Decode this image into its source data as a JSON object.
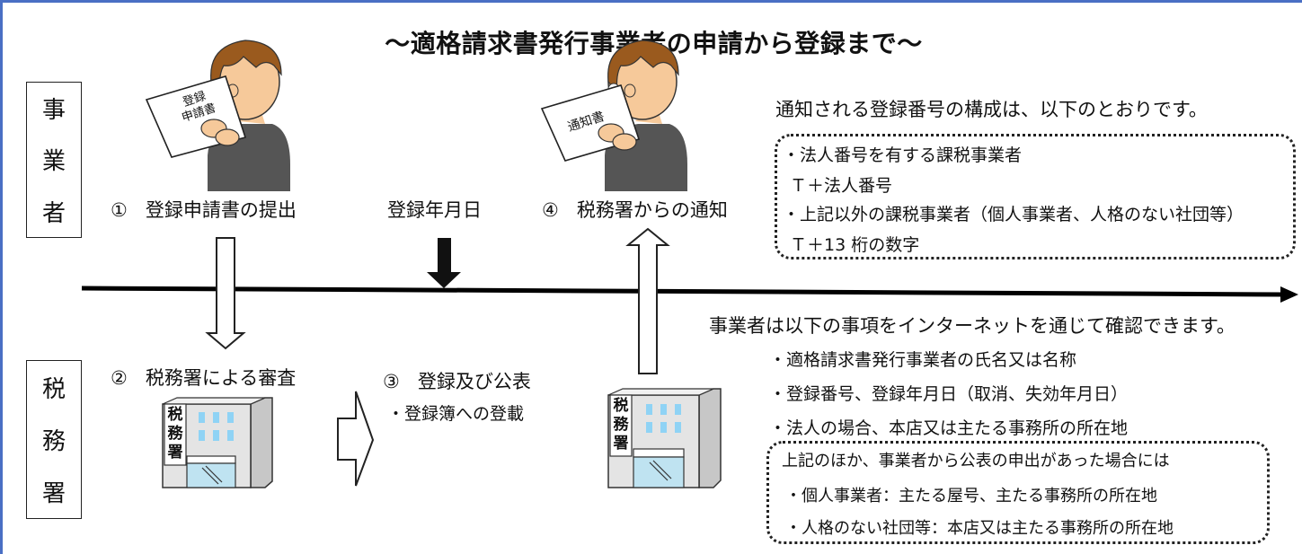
{
  "title": "～適格請求書発行事業者の申請から登録まで～",
  "business_box": {
    "chars": [
      "事",
      "業",
      "者"
    ]
  },
  "tax_office_box": {
    "chars": [
      "税",
      "務",
      "署"
    ]
  },
  "person_left": {
    "paper_lines": [
      "登録",
      "申請書"
    ]
  },
  "person_right": {
    "paper_lines": [
      "通知書"
    ]
  },
  "building_sign": [
    "税",
    "務",
    "署"
  ],
  "steps": {
    "step1": {
      "number": "①",
      "label": "登録申請書の提出"
    },
    "step2": {
      "number": "②",
      "label": "税務署による審査"
    },
    "step3": {
      "number": "③",
      "label": "登録及び公表",
      "sub": "・登録簿への登載"
    },
    "step4": {
      "number": "④",
      "label": "税務署からの通知"
    }
  },
  "registration_date": "登録年月日",
  "notice_intro": "通知される登録番号の構成は、以下のとおりです。",
  "number_box": {
    "line1": "・法人番号を有する課税事業者",
    "line2": "Ｔ＋法人番号",
    "line3": "・上記以外の課税事業者（個人事業者、人格のない社団等）",
    "line4": "Ｔ＋13 桁の数字"
  },
  "internet_intro": "事業者は以下の事項をインターネットを通じて確認できます。",
  "internet_items": [
    "・適格請求書発行事業者の氏名又は名称",
    "・登録番号、登録年月日（取消、失効年月日）",
    "・法人の場合、本店又は主たる事務所の所在地"
  ],
  "extra_box": {
    "line1": "上記のほか、事業者から公表の申出があった場合には",
    "line2": "・個人事業者：主たる屋号、主たる事務所の所在地",
    "line3": "・人格のない社団等：本店又は主たる事務所の所在地"
  },
  "colors": {
    "frame": "#4a6fc4",
    "skin": "#f6c99a",
    "hair": "#9a5a1e",
    "shirt": "#555555",
    "building": "#d8d8d8",
    "window": "#8fd3f5"
  }
}
